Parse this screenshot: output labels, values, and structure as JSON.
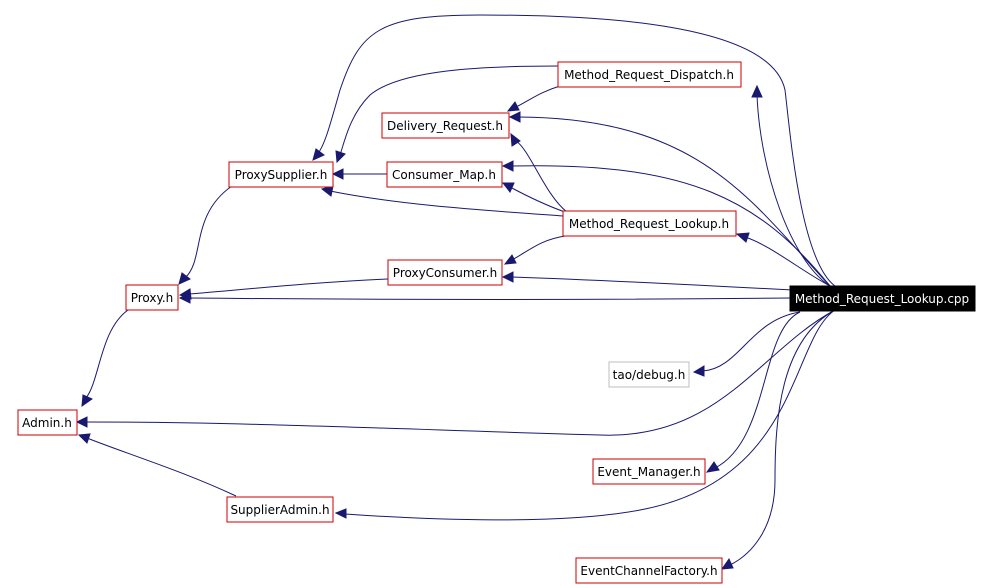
{
  "nodes": {
    "root": "Method_Request_Lookup.cpp",
    "dispatch": "Method_Request_Dispatch.h",
    "delivery": "Delivery_Request.h",
    "proxysupplier": "ProxySupplier.h",
    "consumermap": "Consumer_Map.h",
    "lookup": "Method_Request_Lookup.h",
    "proxyconsumer": "ProxyConsumer.h",
    "proxy": "Proxy.h",
    "debug": "tao/debug.h",
    "admin": "Admin.h",
    "eventmanager": "Event_Manager.h",
    "supplieradmin": "SupplierAdmin.h",
    "ecfactory": "EventChannelFactory.h"
  },
  "colors": {
    "edge": "#191970",
    "node_border": "#cc0000",
    "system_border": "#bfbfbf",
    "root_fill": "#000000"
  }
}
